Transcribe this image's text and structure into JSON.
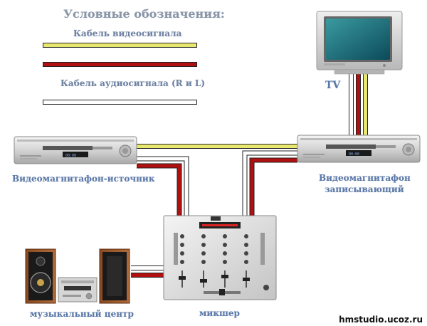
{
  "legend": {
    "title": "Условные обозначения:",
    "video_cable": "Кабель видеосигнала",
    "audio_cable": "Кабель аудиосигнала (R и L)"
  },
  "devices": {
    "tv": "TV",
    "vcr_source": "Видеомагнитафон-источник",
    "vcr_recording_line1": "Видеомагнитафон",
    "vcr_recording_line2": "записывающий",
    "music_center": "музыкальный центр",
    "mixer": "микшер"
  },
  "watermark": "hmstudio.ucoz.ru",
  "colors": {
    "video": "#e8e870",
    "audio_right": "#b01010",
    "audio_left": "#ffffff",
    "cable_outline": "#222222"
  }
}
